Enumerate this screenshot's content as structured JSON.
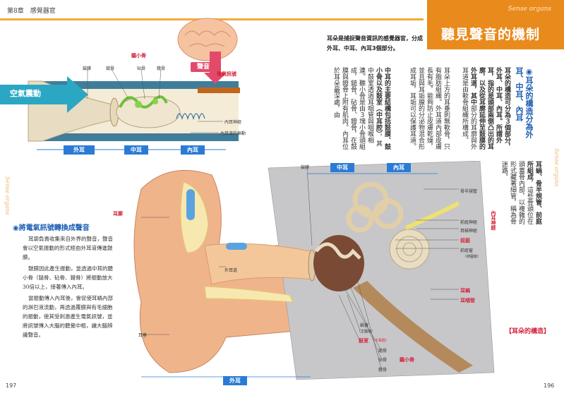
{
  "header": {
    "chapter": "第8章　感覺器官"
  },
  "title": {
    "en": "Sense organs",
    "zh": "聽見聲音的機制"
  },
  "intro": "耳朵是捕捉聲音資訊的感覺器官，分成外耳、中耳、內耳3個部分。",
  "side_label": "Sense organs",
  "right_section": {
    "heading": "◉耳朵的構造分為外耳、中耳、內耳",
    "col1_bold": "耳朵的構造可分為３個部分，外耳、中耳、內耳。所謂外耳，指的是頭部兩側凸出的耳廓，以及從耳廓延伸至鼓膜的外耳道，其中",
    "col1_text": "部分的耳廓與外耳道是由軟骨組織所構成。",
    "col2_text": "耳朵上方的耳垂則無軟骨，只有脂肪組織。外耳道內部皮膚長有毛，能夠防止皮膚乾燥，並且與耳垢腺的分泌物混合形成耳垢，耳垢可以保護耳道。",
    "col3_bold": "中耳的主要結構包括鼓膜、鼓小骨以及鼓室（中耳腔）",
    "col3_text": "，其中鼓室透過耳咽管與咽喉相連。聽小骨是由３塊小骨頭組成，鎚骨、砧骨、鐙骨，在鼓膜與鐙骨上附有肌肉。內耳位於耳朵最深處，由",
    "col4_bold": "耳蝸、骨半規管、前庭所組成",
    "col4_text": "，這些骨頭位在頭蓋骨內部，以複雜的形式藏著細管，稱為骨迷路。"
  },
  "left_section": {
    "heading": "◉將電氣訊號轉換成聲音",
    "p1": "耳廓負責收集來自外界的聲音，聲音會以空氣振動的形式經由外耳道傳進鼓膜。",
    "p2": "鼓膜因此產生振動，並透過中耳的聽小骨（鎚骨、砧骨、鐙骨）將振動放大30倍以上，接著傳入內耳。",
    "p3": "當振動傳入內耳後，會促使耳蝸內部的淋巴液流動，再透過覆膜與有毛細胞的振動，使其受刺激產生電氣訊號，並將訊號傳入大腦的聽覺中樞，讓大腦辨識聲音。"
  },
  "small_diagram": {
    "ossicles": "聽小骨",
    "eardrum": "鼓膜",
    "malleus": "鎚骨",
    "incus": "砧骨",
    "stapes": "鐙骨",
    "sound": "聲音",
    "electric_signal": "電氣訊號",
    "air_vibration": "空氣震動",
    "inner_nerve": "內耳神經",
    "lymph_vibration": "內耳液的振動",
    "outer": "外耳",
    "middle": "中耳",
    "inner": "內耳"
  },
  "big_diagram": {
    "eardrum": "鼓膜",
    "middle": "中耳",
    "inner": "內耳",
    "semicircular": "骨半規管",
    "vestibular_nerve": "前庭神經",
    "cochlear_nerve": "耳蝸神經",
    "inner_nerve": "內耳神經",
    "vestibule": "前庭",
    "oval_window": "前庭窗",
    "oval_window_sub": "（卵圓窗）",
    "cochlea": "耳蝸",
    "eustachian": "耳咽管",
    "pinna": "耳廓",
    "canal": "外耳道",
    "lobe": "耳垂",
    "round_window": "蝸窗",
    "round_window_sub": "（正圓窗）",
    "tympanic": "鼓室",
    "tympanic_sub": "（中耳腔）",
    "malleus": "鎚骨",
    "incus": "砧骨",
    "stapes": "鐙骨",
    "ossicles": "聽小骨",
    "outer": "外耳",
    "caption": "【耳朵的構造】"
  },
  "page_left": "197",
  "page_right": "196",
  "colors": {
    "accent": "#e98a1d",
    "blue": "#2b7bd6",
    "red": "#d4223a"
  }
}
